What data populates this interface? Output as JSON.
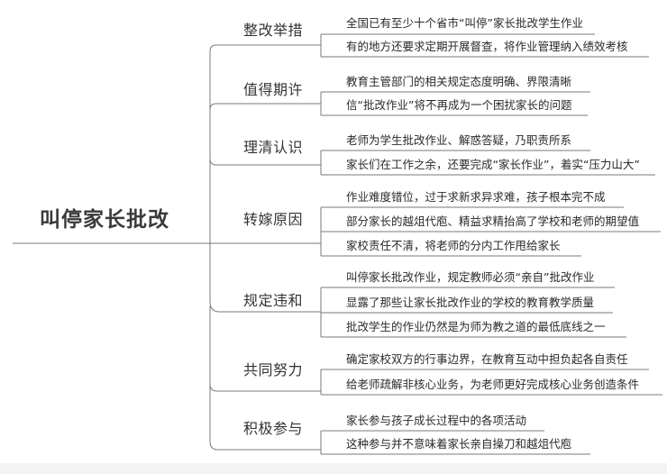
{
  "root": {
    "label": "叫停家长批改"
  },
  "branches": [
    {
      "label": "整改举措",
      "leaves": [
        "全国已有至少十个省市“叫停”家长批改学生作业",
        "有的地方还要求定期开展督查，将作业管理纳入绩效考核"
      ]
    },
    {
      "label": "值得期许",
      "leaves": [
        "教育主管部门的相关规定态度明确、界限清晰",
        "信“批改作业”将不再成为一个困扰家长的问题"
      ]
    },
    {
      "label": "理清认识",
      "leaves": [
        "老师为学生批改作业、解惑答疑，乃职责所系",
        "家长们在工作之余，还要完成“家长作业”，着实“压力山大”"
      ]
    },
    {
      "label": "转嫁原因",
      "leaves": [
        "作业难度错位，过于求新求异求难，孩子根本完不成",
        "部分家长的越俎代庖、精益求精抬高了学校和老师的期望值",
        "家校责任不清，将老师的分内工作甩给家长"
      ]
    },
    {
      "label": "规定违和",
      "leaves": [
        "叫停家长批改作业，规定教师必须“亲自”批改作业",
        "显露了那些让家长批改作业的学校的教育教学质量",
        "批改学生的作业仍然是为师为教之道的最低底线之一"
      ]
    },
    {
      "label": "共同努力",
      "leaves": [
        "确定家校双方的行事边界，在教育互动中担负起各自责任",
        "给老师疏解非核心业务，为老师更好完成核心业务创造条件"
      ]
    },
    {
      "label": "积极参与",
      "leaves": [
        "家长参与孩子成长过程中的各项活动",
        "这种参与并不意味着家长亲自操刀和越俎代庖"
      ]
    }
  ],
  "colors": {
    "line": "#777777",
    "text": "#2b2b2b",
    "background": "#ffffff"
  }
}
